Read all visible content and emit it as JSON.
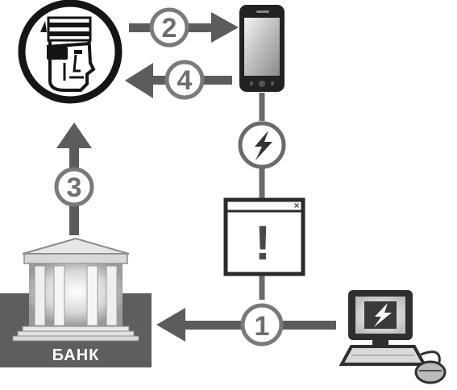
{
  "steps": {
    "step1": "1",
    "step2": "2",
    "step3": "3",
    "step4": "4"
  },
  "bank": {
    "label": "БАНК"
  },
  "alert": {
    "symbol": "!",
    "close": "×"
  },
  "icons": {
    "attacker": "pirate-hacker-icon",
    "phone": "smartphone-icon",
    "signal": "lightning-signal-icon",
    "alert": "alert-window-icon",
    "bank": "bank-building-icon",
    "computer": "infected-computer-icon",
    "mouse": "mouse-icon"
  },
  "colors": {
    "arrow": "#5c5c5c",
    "circle_stroke": "#7a7a7a",
    "number": "#6e6e6e"
  }
}
